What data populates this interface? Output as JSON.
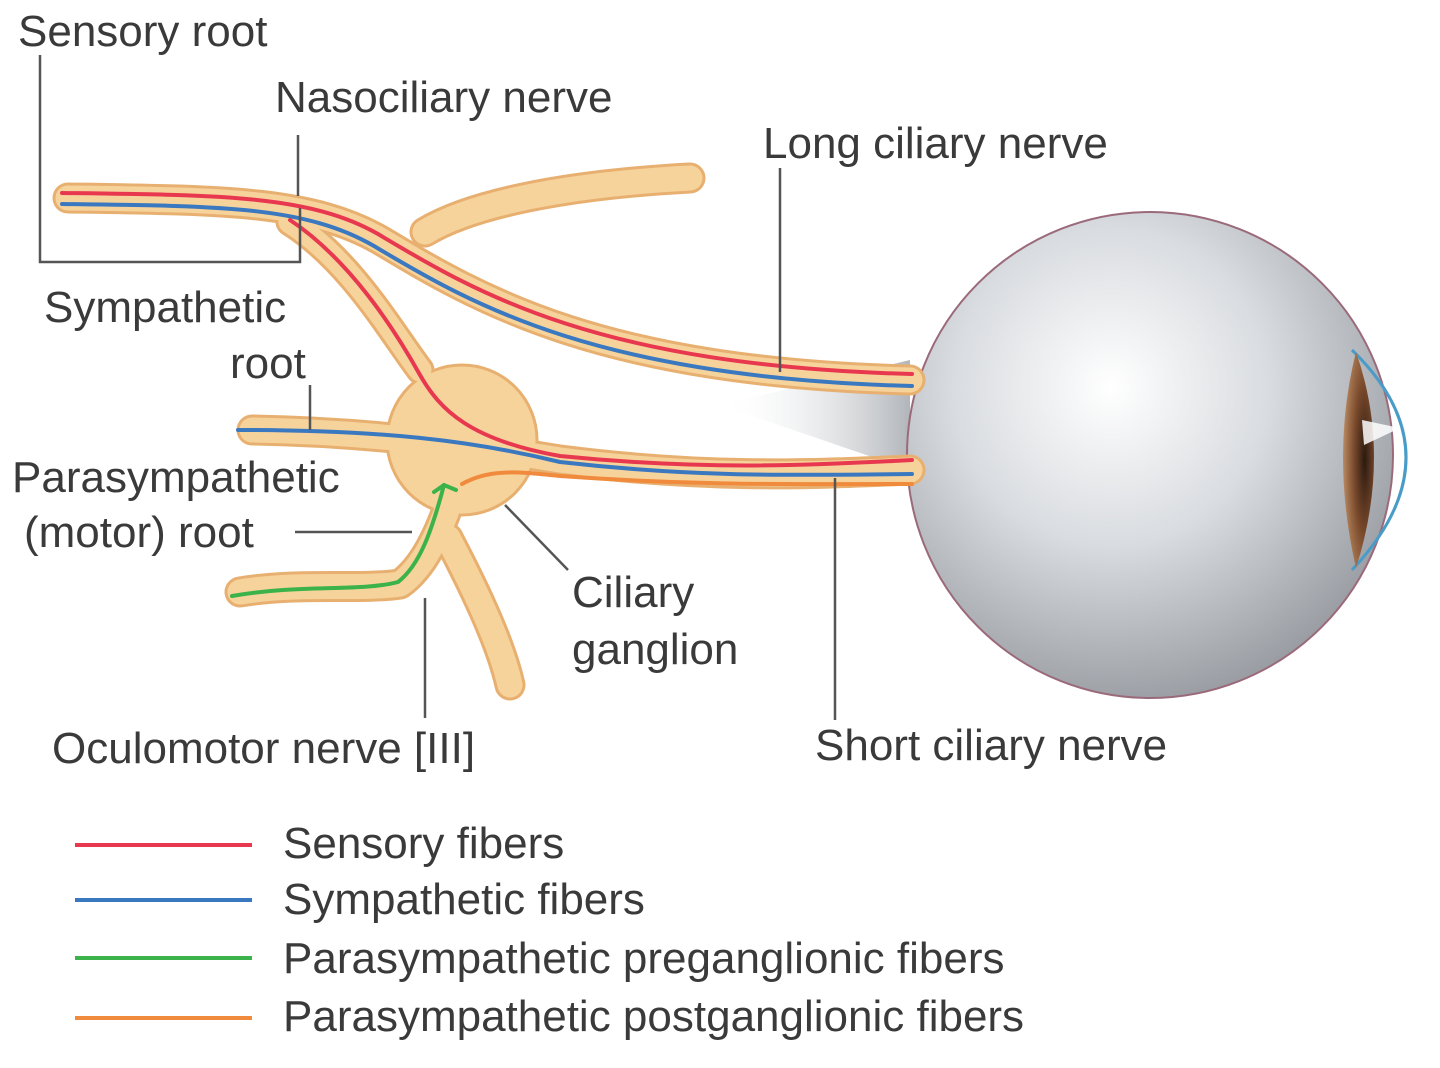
{
  "labels": {
    "sensory_root": "Sensory root",
    "nasociliary_nerve": "Nasociliary nerve",
    "long_ciliary_nerve": "Long ciliary nerve",
    "sympathetic_root_line1": "Sympathetic",
    "sympathetic_root_line2": "root",
    "parasympathetic_root_line1": "Parasympathetic",
    "parasympathetic_root_line2": "(motor) root",
    "ciliary_ganglion_line1": "Ciliary",
    "ciliary_ganglion_line2": "ganglion",
    "oculomotor_nerve": "Oculomotor nerve [III]",
    "short_ciliary_nerve": "Short ciliary nerve"
  },
  "legend": [
    {
      "label": "Sensory fibers",
      "color": "#e8384f"
    },
    {
      "label": "Sympathetic fibers",
      "color": "#3a78c0"
    },
    {
      "label": "Parasympathetic preganglionic fibers",
      "color": "#3cb34a"
    },
    {
      "label": "Parasympathetic postganglionic fibers",
      "color": "#f08a3c"
    }
  ],
  "colors": {
    "nerve_fill": "#f7d39c",
    "nerve_edge": "#e8b070",
    "eyeball": "#cfd3d8",
    "iris": "#8a5a3a",
    "cornea": "#4a9cc8"
  }
}
